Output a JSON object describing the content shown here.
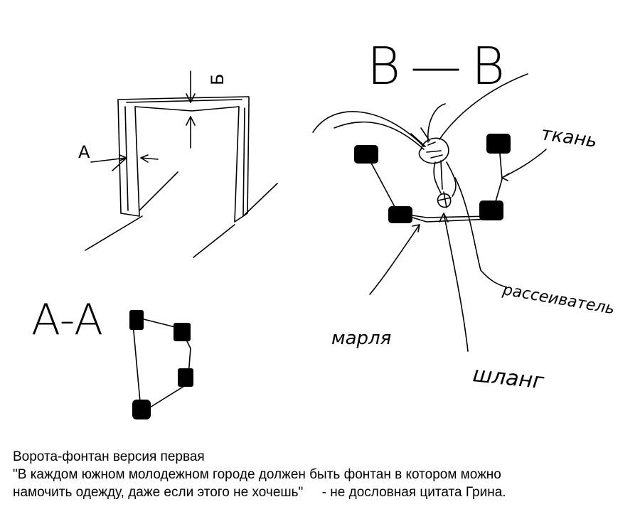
{
  "labels": {
    "gate_dim_a": "A",
    "gate_dim_b": "Б",
    "section_bb": "B — B",
    "section_aa": "A-A",
    "fabric": "ткань",
    "diffuser": "рассеиватель",
    "gauze": "марля",
    "hose": "шланг"
  },
  "caption": {
    "line1": "Ворота-фонтан версия первая",
    "line2": "\"В каждом южном молодежном городе должен быть фонтан в котором можно",
    "line3": "намочить одежду, даже если этого не хочешь\"     - не дословная цитата Грина."
  },
  "colors": {
    "ink": "#000000",
    "background": "#ffffff"
  }
}
